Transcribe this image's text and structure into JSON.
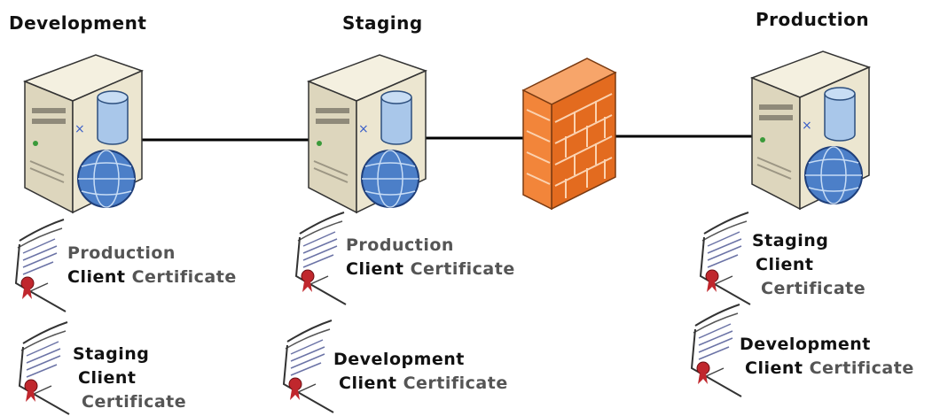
{
  "environments": [
    {
      "title": "Development",
      "certificates": [
        {
          "line1": "Production",
          "line2a": "Client",
          "line2b": "Certificate",
          "line3": ""
        },
        {
          "line1": "Staging",
          "line2a": "Client",
          "line2b": "",
          "line3": "Certificate"
        }
      ]
    },
    {
      "title": "Staging",
      "certificates": [
        {
          "line1": "Production",
          "line2a": "Client",
          "line2b": "Certificate",
          "line3": ""
        },
        {
          "line1": "Development",
          "line2a": "Client",
          "line2b": "Certificate",
          "line3": ""
        }
      ]
    },
    {
      "title": "Production",
      "certificates": [
        {
          "line1": "Staging",
          "line2a": "Client",
          "line2b": "",
          "line3": "Certificate"
        },
        {
          "line1": "Development",
          "line2a": "Client",
          "line2b": "Certificate",
          "line3": ""
        }
      ]
    }
  ],
  "icons": {
    "server": "server-icon",
    "database": "database-icon",
    "globe": "globe-icon",
    "firewall": "firewall-icon",
    "certificate": "certificate-icon"
  },
  "colors": {
    "firewall": "#f07a2a",
    "server_body": "#e9e3cf",
    "database": "#a9c7ea",
    "globe": "#4c7fc8",
    "connector": "#000000",
    "seal": "#c0272d"
  }
}
